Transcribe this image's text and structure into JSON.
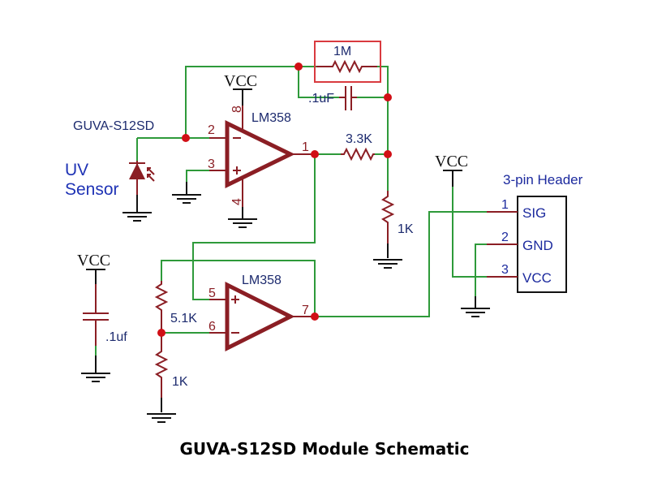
{
  "title": "GUVA-S12SD Module Schematic",
  "sensor": {
    "part": "GUVA-S12SD",
    "label_line1": "UV",
    "label_line2": "Sensor"
  },
  "power_label": "VCC",
  "opamp1": {
    "name": "LM358",
    "pins": {
      "inv": "2",
      "noninv": "3",
      "out": "1",
      "vplus": "8",
      "vminus": "4"
    }
  },
  "opamp2": {
    "name": "LM358",
    "pins": {
      "noninv": "5",
      "inv": "6",
      "out": "7"
    }
  },
  "components": {
    "r_feedback": "1M",
    "c_feedback": ".1uF",
    "r_out": "3.3K",
    "r_out_ground": "1K",
    "r_gain_top": "5.1K",
    "r_gain_bottom": "1K",
    "c_decoupling": ".1uf"
  },
  "header": {
    "title": "3-pin Header",
    "pins": [
      {
        "num": "1",
        "name": "SIG"
      },
      {
        "num": "2",
        "name": "GND"
      },
      {
        "num": "3",
        "name": "VCC"
      }
    ]
  },
  "colors": {
    "wire": "#2e9a3a",
    "component": "#8b1e24",
    "junction": "#d10f16",
    "highlight": "#d93a3f",
    "label": "#1c2a6e"
  }
}
